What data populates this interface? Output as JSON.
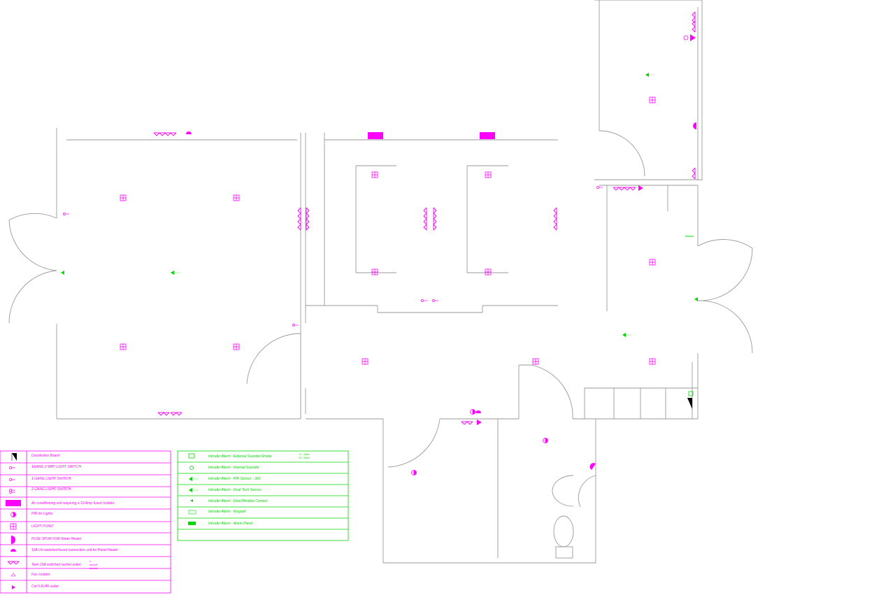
{
  "colors": {
    "walls": "#9a9a9a",
    "electrical": "#ff00ff",
    "security": "#00d800",
    "background": "#ffffff"
  },
  "legend_electrical": [
    {
      "icon": "distribution-board-icon",
      "label": "Distribution Board"
    },
    {
      "icon": "two-way-switch-icon",
      "label": "1GANG 2 WAY LIGHT SWITCH"
    },
    {
      "icon": "one-gang-switch-icon",
      "label": "1 GANG LIGHT SWITCH"
    },
    {
      "icon": "two-gang-switch-icon",
      "label": "2 GANG LIGHT SWITCH"
    },
    {
      "icon": "air-conditioning-icon",
      "label": "Air conditioning unit requiring a 13 Amp fused Isolator"
    },
    {
      "icon": "pir-icon",
      "label": "PIR for Lights"
    },
    {
      "icon": "light-point-icon",
      "label": "LIGHT POINT"
    },
    {
      "icon": "fused-spur-icon",
      "label": "FUSE SPUR FOR Water Heater"
    },
    {
      "icon": "unswitched-fused-connection-icon",
      "label": "13A Un-switched fused connection unit for Panel Heater"
    },
    {
      "icon": "twin-socket-icon",
      "label": "Twin 13A switched socket outlet"
    },
    {
      "icon": "fan-isolator-icon",
      "label": "Fan Isolator"
    },
    {
      "icon": "rj45-outlet-icon",
      "label": "Cat 5 RJ45 outlet"
    }
  ],
  "legend_socket_note": "1 double socket",
  "legend_security": [
    {
      "icon": "external-sounder-icon",
      "label": "Intruder Alarm - External Sounder/Strobe"
    },
    {
      "icon": "internal-sounder-icon",
      "label": "Intruder Alarm - Internal Sounder"
    },
    {
      "icon": "pir-sensor-icon",
      "label": "Intruder Alarm - PIR Sensor - 360"
    },
    {
      "icon": "dual-tech-sensor-icon",
      "label": "Intruder Alarm - Dual Tech Sensor"
    },
    {
      "icon": "door-contact-icon",
      "label": "Intruder Alarm - Door/Window Contact"
    },
    {
      "icon": "keypad-icon",
      "label": "Intruder Alarm - Keypad"
    },
    {
      "icon": "alarm-panel-icon",
      "label": "Intruder Alarm - Alarm Panel"
    }
  ],
  "legend_security_note": "A - Note\nB - Note"
}
